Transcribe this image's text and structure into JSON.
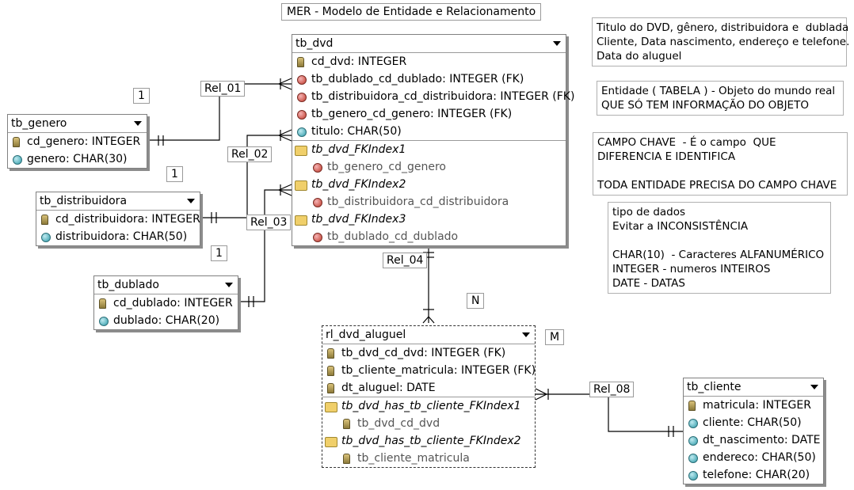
{
  "title": "MER - Modelo de Entidade e Relacionamento",
  "entities": {
    "tb_dvd": {
      "name": "tb_dvd",
      "fields": [
        "cd_dvd: INTEGER",
        "tb_dublado_cd_dublado: INTEGER (FK)",
        "tb_distribuidora_cd_distribuidora: INTEGER (FK)",
        "tb_genero_cd_genero: INTEGER (FK)",
        "titulo: CHAR(50)"
      ],
      "indexes": [
        {
          "name": "tb_dvd_FKIndex1",
          "field": "tb_genero_cd_genero"
        },
        {
          "name": "tb_dvd_FKIndex2",
          "field": "tb_distribuidora_cd_distribuidora"
        },
        {
          "name": "tb_dvd_FKIndex3",
          "field": "tb_dublado_cd_dublado"
        }
      ]
    },
    "tb_genero": {
      "name": "tb_genero",
      "fields": [
        "cd_genero: INTEGER",
        "genero: CHAR(30)"
      ]
    },
    "tb_distribuidora": {
      "name": "tb_distribuidora",
      "fields": [
        "cd_distribuidora: INTEGER",
        "distribuidora: CHAR(50)"
      ]
    },
    "tb_dublado": {
      "name": "tb_dublado",
      "fields": [
        "cd_dublado: INTEGER",
        "dublado: CHAR(20)"
      ]
    },
    "rl_dvd_aluguel": {
      "name": "rl_dvd_aluguel",
      "fields": [
        "tb_dvd_cd_dvd: INTEGER (FK)",
        "tb_cliente_matricula: INTEGER (FK)",
        "dt_aluguel: DATE"
      ],
      "indexes": [
        {
          "name": "tb_dvd_has_tb_cliente_FKIndex1",
          "field": "tb_dvd_cd_dvd"
        },
        {
          "name": "tb_dvd_has_tb_cliente_FKIndex2",
          "field": "tb_cliente_matricula"
        }
      ]
    },
    "tb_cliente": {
      "name": "tb_cliente",
      "fields": [
        "matricula: INTEGER",
        "cliente: CHAR(50)",
        "dt_nascimento: DATE",
        "endereco: CHAR(50)",
        "telefone: CHAR(20)"
      ]
    }
  },
  "relations": [
    "Rel_01",
    "Rel_02",
    "Rel_03",
    "Rel_04",
    "Rel_08"
  ],
  "cardinality": {
    "genero": "1",
    "distribuidora": "1",
    "dublado": "1",
    "n": "N",
    "m": "M"
  },
  "notes": {
    "requirements": "Titulo do DVD, gênero, distribuidora e  dublada\nCliente, Data nascimento, endereço e telefone.\nData do aluguel",
    "entidade": "Entidade ( TABELA ) - Objeto do mundo real\nQUE SÓ TEM INFORMAÇÃO DO OBJETO",
    "campo_chave": "CAMPO CHAVE  - É o campo  QUE\nDIFERENCIA E IDENTIFICA\n\nTODA ENTIDADE PRECISA DO CAMPO CHAVE",
    "tipos": "tipo de dados\nEvitar a INCONSISTÊNCIA\n\nCHAR(10)  - Caracteres ALFANUMÉRICO\nINTEGER - numeros INTEIROS\nDATE - DATAS"
  }
}
